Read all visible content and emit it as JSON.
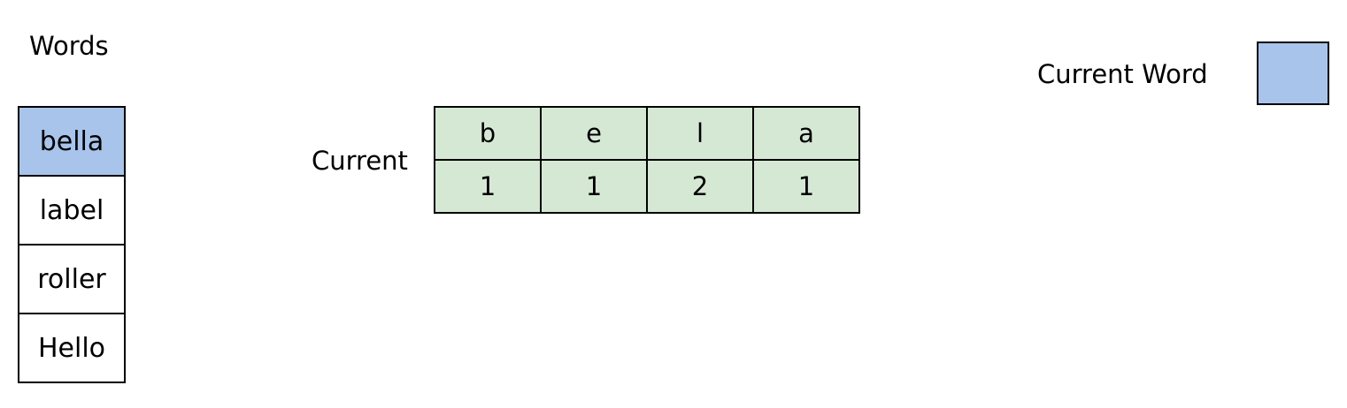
{
  "words_title": "Words",
  "words": [
    {
      "text": "bella",
      "active": true
    },
    {
      "text": "label",
      "active": false
    },
    {
      "text": "roller",
      "active": false
    },
    {
      "text": "Hello",
      "active": false
    }
  ],
  "current_label": "Current",
  "current_table": {
    "letters": [
      "b",
      "e",
      "l",
      "a"
    ],
    "counts": [
      "1",
      "1",
      "2",
      "1"
    ]
  },
  "current_word": {
    "label": "Current Word",
    "value": ""
  },
  "colors": {
    "highlight_blue": "#a9c4eb",
    "table_green": "#d5e8d4"
  }
}
